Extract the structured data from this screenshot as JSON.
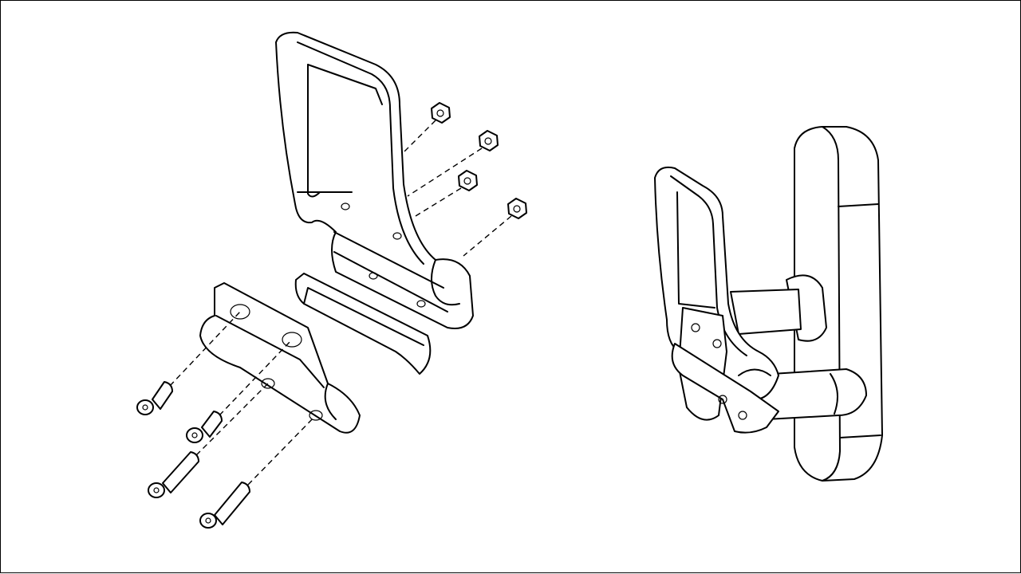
{
  "diagram": {
    "type": "exploded-assembly-line-drawing",
    "colors": {
      "stroke": "#000000",
      "background": "#ffffff"
    },
    "parts": {
      "nuts": 4,
      "screws": 4
    }
  }
}
